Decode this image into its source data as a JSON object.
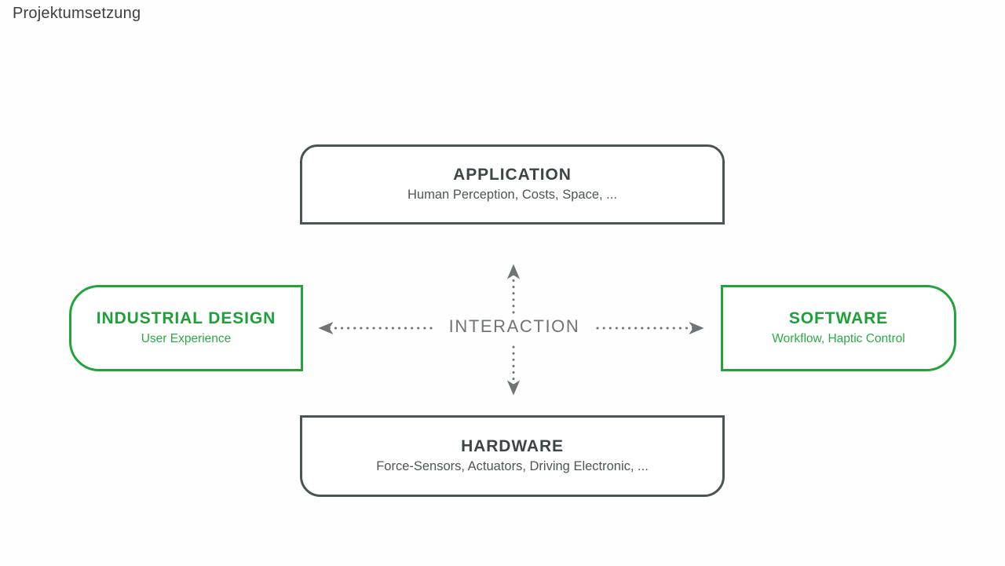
{
  "slide": {
    "title": "Projektumsetzung"
  },
  "colors": {
    "green": "#22a43a",
    "dark_gray": "#4a5355",
    "text_gray": "#414b4d",
    "interaction_gray": "#6f7476",
    "background": "#fefefe"
  },
  "diagram": {
    "center_label": "INTERACTION",
    "nodes": [
      {
        "id": "application",
        "title": "APPLICATION",
        "subtitle": "Human Perception, Costs, Space, ...",
        "style": "dark",
        "position": "top"
      },
      {
        "id": "industrial-design",
        "title": "INDUSTRIAL DESIGN",
        "subtitle": "User Experience",
        "style": "green",
        "position": "left"
      },
      {
        "id": "software",
        "title": "SOFTWARE",
        "subtitle": "Workflow, Haptic Control",
        "style": "green",
        "position": "right"
      },
      {
        "id": "hardware",
        "title": "HARDWARE",
        "subtitle": "Force-Sensors, Actuators, Driving Electronic, ...",
        "style": "dark",
        "position": "bottom"
      }
    ],
    "connectors": [
      {
        "id": "up",
        "from": "interaction",
        "to": "application",
        "style": "dotted-arrow"
      },
      {
        "id": "down",
        "from": "interaction",
        "to": "hardware",
        "style": "dotted-arrow"
      },
      {
        "id": "left",
        "from": "interaction",
        "to": "industrial-design",
        "style": "dotted-arrow"
      },
      {
        "id": "right",
        "from": "interaction",
        "to": "software",
        "style": "dotted-arrow"
      }
    ]
  }
}
